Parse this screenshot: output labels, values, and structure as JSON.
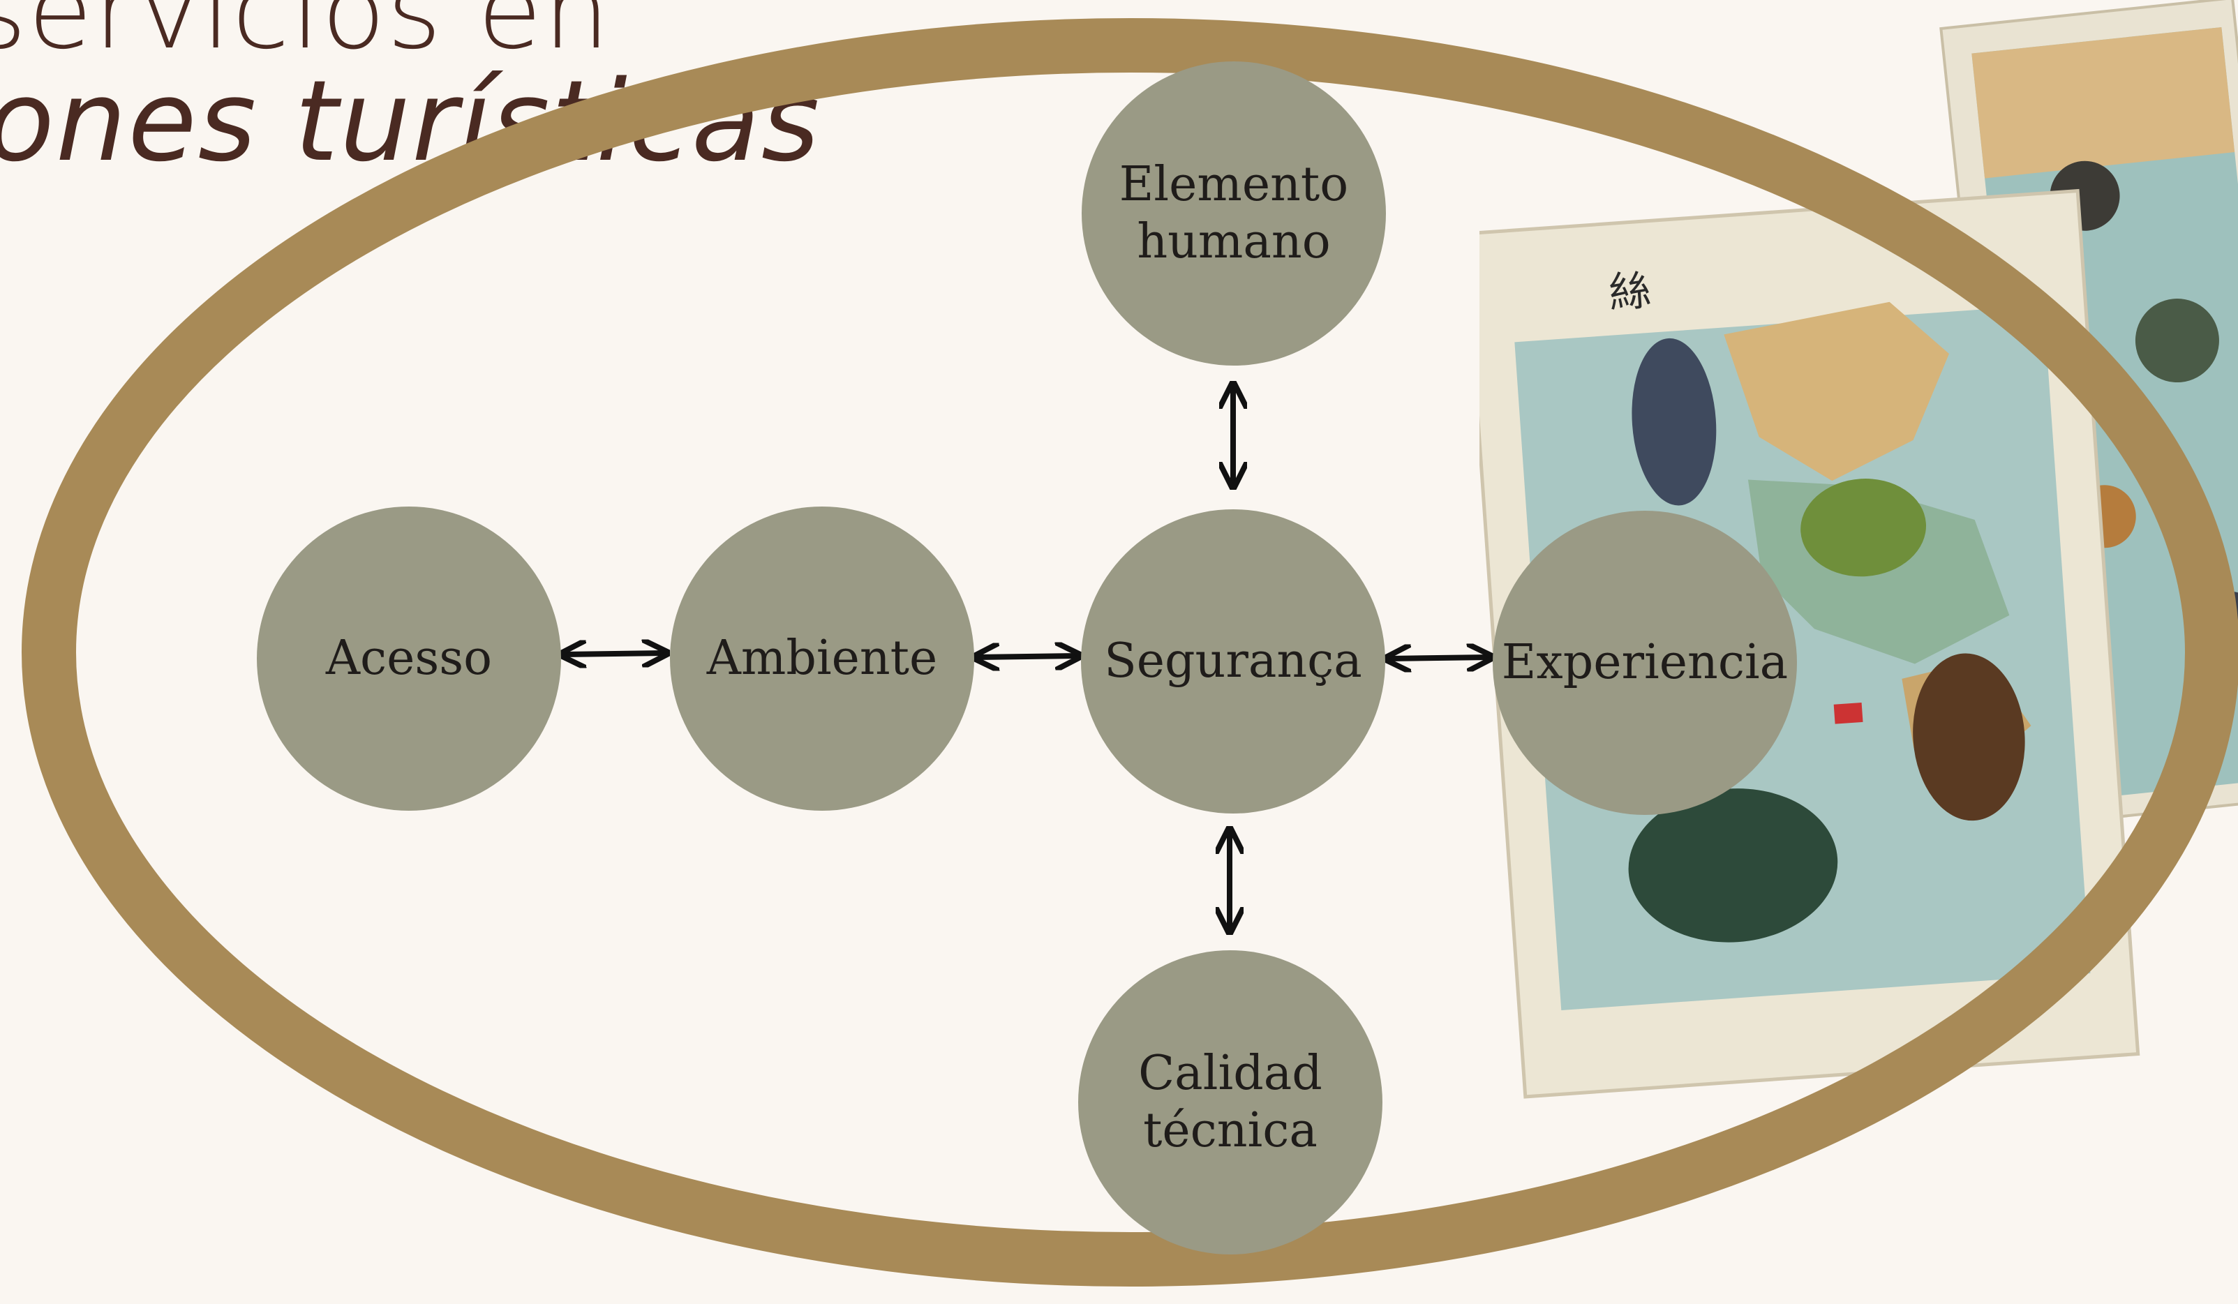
{
  "title": {
    "line1": "servicios en",
    "line2": "ones turísticas"
  },
  "nodes": {
    "elemento_humano": {
      "line1": "Elemento",
      "line2": "humano"
    },
    "acesso": {
      "label": "Acesso"
    },
    "ambiente": {
      "label": "Ambiente"
    },
    "seguranca": {
      "label": "Segurança"
    },
    "experiencia": {
      "label": "Experiencia"
    },
    "calidad_tecnica": {
      "line1": "Calidad",
      "line2": "técnica"
    }
  },
  "colors": {
    "background": "#faf6f1",
    "ellipse_ring": "#a88a57",
    "node_fill": "#9a9a85",
    "text": "#1f1c1a",
    "title_text": "#4a2a22",
    "arrow": "#111111"
  },
  "decorations": {
    "map_image": "vintage-political-cartoon-map"
  }
}
